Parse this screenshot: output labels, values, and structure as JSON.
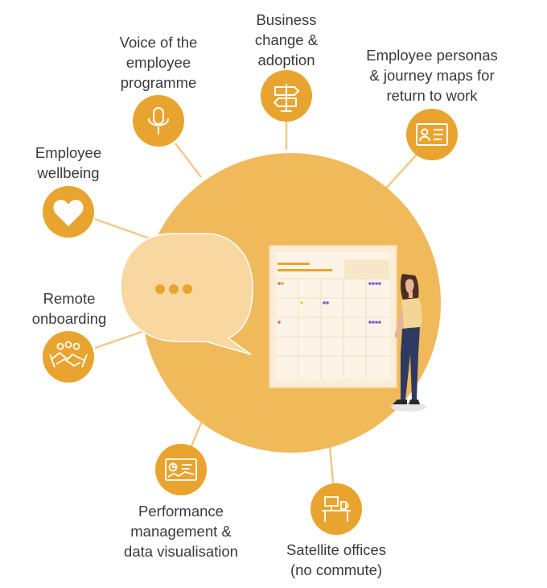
{
  "colors": {
    "accent": "#e9a42f",
    "circle": "#f0b95a",
    "bubble": "#f8d7a0",
    "board": "#fbeed8",
    "connector": "#f2c987",
    "text": "#3a3a3a"
  },
  "nodes": [
    {
      "id": "business-change",
      "icon": "signpost-icon",
      "label_lines": [
        "Business",
        "change &",
        "adoption"
      ]
    },
    {
      "id": "voice-of-employee",
      "icon": "microphone-icon",
      "label_lines": [
        "Voice of the",
        "employee",
        "programme"
      ]
    },
    {
      "id": "personas",
      "icon": "id-card-icon",
      "label_lines": [
        "Employee personas",
        "& journey maps for",
        "return to work"
      ]
    },
    {
      "id": "wellbeing",
      "icon": "heart-icon",
      "label_lines": [
        "Employee",
        "wellbeing"
      ]
    },
    {
      "id": "remote-onboarding",
      "icon": "handshake-icon",
      "label_lines": [
        "Remote",
        "onboarding"
      ]
    },
    {
      "id": "performance",
      "icon": "dashboard-icon",
      "label_lines": [
        "Performance",
        "management &",
        "data visualisation"
      ]
    },
    {
      "id": "satellite-offices",
      "icon": "desk-icon",
      "label_lines": [
        "Satellite offices",
        "(no commute)"
      ]
    }
  ]
}
